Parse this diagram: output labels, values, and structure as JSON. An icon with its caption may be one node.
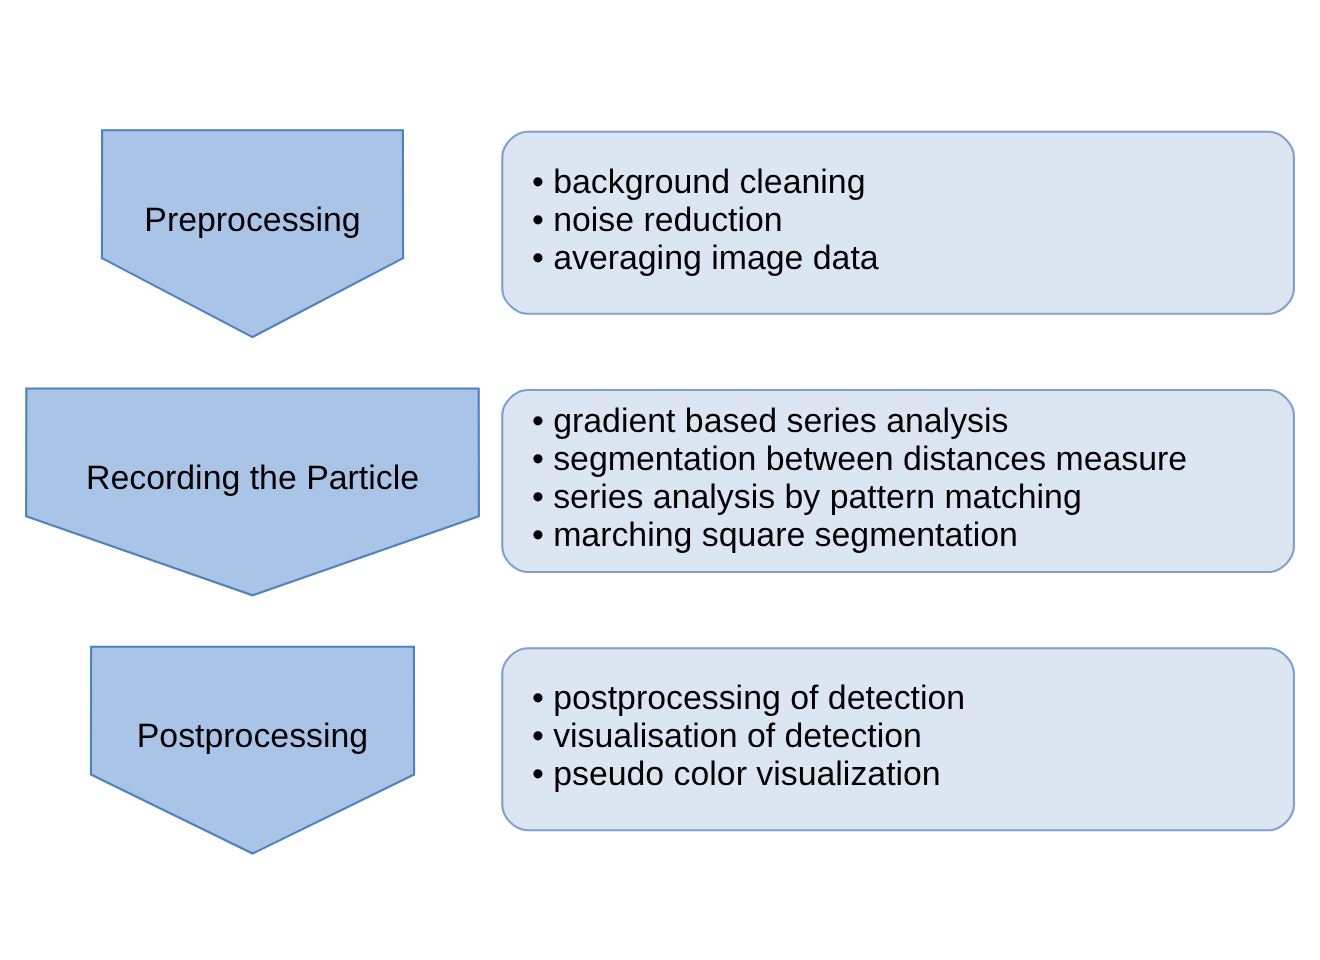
{
  "diagram": {
    "nodes": [
      {
        "text": [
          "Preprocessing"
        ]
      },
      {
        "text": [
          "• background cleaning",
          "• noise reduction",
          "• averaging image data"
        ]
      },
      {
        "text": [
          "Recording the Particle"
        ]
      },
      {
        "text": [
          "• gradient based series analysis",
          "• segmentation between distances measure",
          "• series analysis by pattern matching",
          "• marching square segmentation"
        ]
      },
      {
        "text": [
          "Postprocessing"
        ]
      },
      {
        "text": [
          "• postprocessing of detection",
          "• visualisation of detection",
          "• pseudo color visualization"
        ]
      }
    ],
    "edges": []
  }
}
